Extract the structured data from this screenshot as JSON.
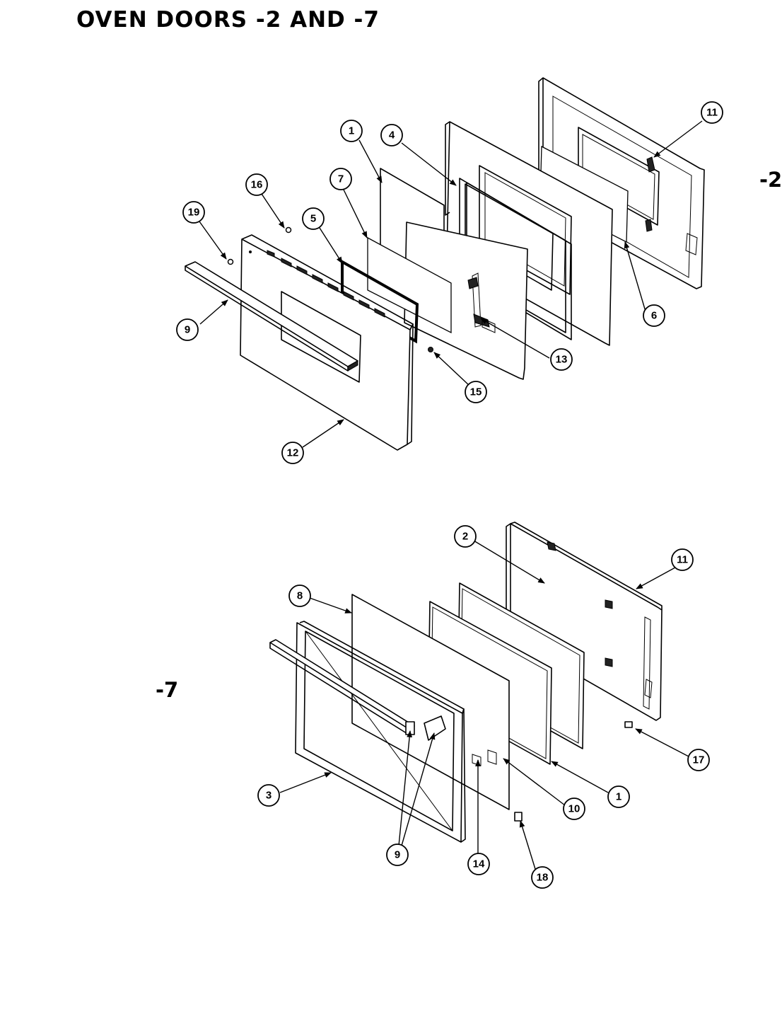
{
  "title": "OVEN DOORS -2 AND -7",
  "section_labels": {
    "upper": "-2",
    "lower": "-7"
  },
  "callouts_upper": [
    "1",
    "4",
    "11",
    "7",
    "16",
    "5",
    "19",
    "9",
    "6",
    "13",
    "15",
    "12"
  ],
  "callouts_lower": [
    "2",
    "11",
    "8",
    "17",
    "3",
    "1",
    "10",
    "9",
    "14",
    "18"
  ]
}
